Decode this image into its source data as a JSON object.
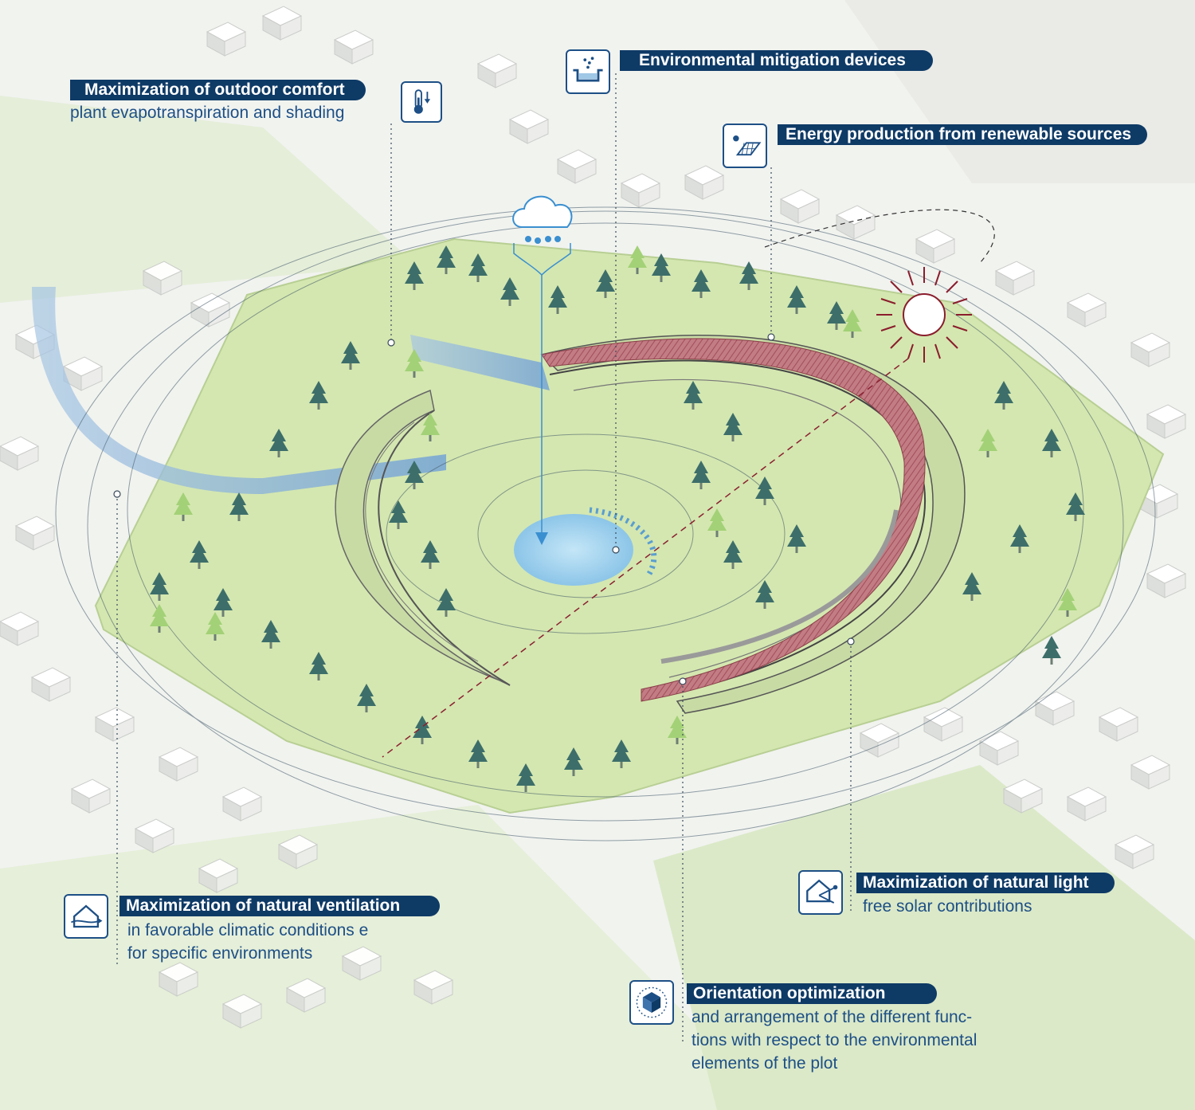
{
  "callouts": {
    "outdoor_comfort": {
      "title": "Maximization of outdoor comfort",
      "subtitle": "plant evapotranspiration and shading",
      "icon": "thermometer-icon"
    },
    "mitigation": {
      "title": "Environmental mitigation devices",
      "icon": "water-basin-icon"
    },
    "energy": {
      "title": "Energy production from renewable sources",
      "icon": "solar-panel-icon"
    },
    "ventilation": {
      "title": "Maximization of natural ventilation",
      "lines": [
        "in favorable climatic conditions e",
        "for specific environments"
      ],
      "icon": "house-ventilation-icon"
    },
    "light": {
      "title": "Maximization of natural light",
      "subtitle": "free solar contributions",
      "icon": "house-light-icon"
    },
    "orientation": {
      "title": "Orientation optimization",
      "lines": [
        "and arrangement of the different func-",
        "tions with respect to the environmental",
        "elements of the plot"
      ],
      "icon": "compass-cube-icon"
    }
  },
  "scene_icons": [
    "rain-cloud-icon",
    "sun-icon"
  ],
  "colors": {
    "label_fill": "#0e3a66",
    "label_text": "#ffffff",
    "subtitle_text": "#1d4f86",
    "park_green": "#cfe3a8",
    "tree_dark": "#3d6e6a",
    "tree_light": "#9fcf6f",
    "roof_red": "#b5616a",
    "water_blue": "#9fd0ee",
    "sun_red": "#8a1d2c"
  }
}
